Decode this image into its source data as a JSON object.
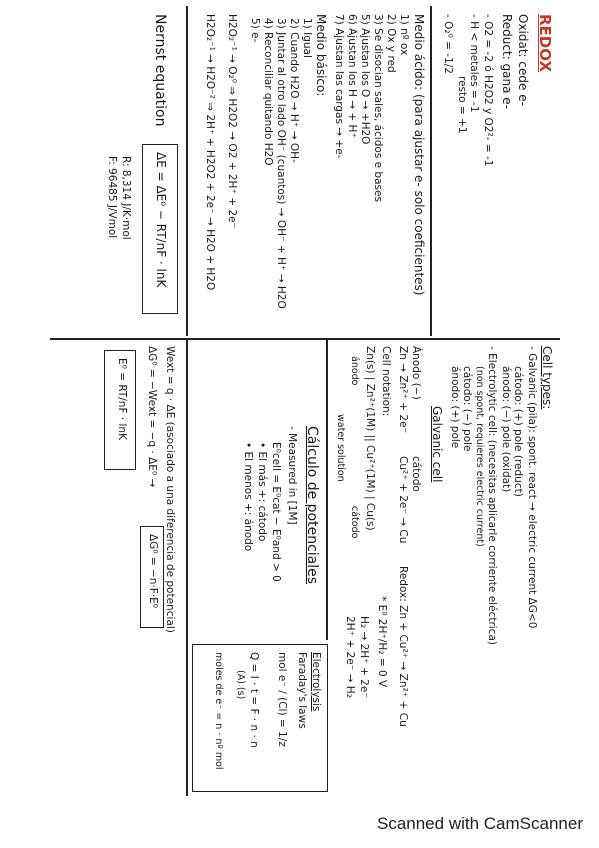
{
  "title": "REDOX",
  "left": {
    "oxid": "Oxidat: cede e-",
    "reduc": "Reduct: gana e-",
    "ox1": "- O2 = -2  ó  H2O2 y O2²- = -1",
    "ox2": "- H < metales = -1",
    "ox3": "resto = +1",
    "ox4": "- O₂⁰ = -1/2",
    "acid_head": "Medio ácido: (para ajustar e- solo coeficientes)",
    "acid_steps": [
      "1) nº ox",
      "2) Ox y red",
      "3) Se disocian sales, ácidos e bases",
      "5) Ajustan los O → +H2O",
      "6) Ajustan los H → + H⁺",
      "7) Ajustan las cargas → +e-"
    ],
    "basic_head": "Medio básico:",
    "basic_steps": [
      "1) Igual",
      "2) Cuando H2O → H⁺ → OH-",
      "3) Juntar al otro lado OH⁻ (cuantos) → OH⁻ + H⁺ → H2O",
      "4) Reconciliar quitando H2O",
      "5) e-"
    ],
    "eq1": "H2O₂⁻¹ → O₂⁰  ⇒  H2O2 → O2 + 2H⁺ + 2e⁻",
    "eq2": "H2O₂⁻¹ → H2O⁻²  ⇒  2H⁺ + H2O2 + 2e⁻ → H2O + H2O",
    "nernst_label": "Nernst equation",
    "nernst_formula": "ΔE = ΔE⁰ − RT/nF · lnK",
    "R": "R: 8,314 J/K·mol",
    "F": "F: 96485 J/Vmol"
  },
  "right": {
    "cell_types": "Cell types:",
    "galvanic": "- Galvanic (pila): spont. react → electric current ΔG<0",
    "gal_cath": "cátodo: (+) pole (reduct)",
    "gal_anod": "ánodo: (−) pole (oxidat)",
    "electrolytic": "- Electrolytic cell: (necesitas aplicarle corriente eléctrica)",
    "electrolytic2": "(non spont, requieres electric current)",
    "el_cath": "cátodo: (−) pole",
    "el_anod": "ánodo: (+) pole",
    "galvanic_cell": "Galvanic cell",
    "anodo": "Ánodo (−)",
    "anodo_r": "Zn → Zn²⁺ + 2e⁻",
    "catodo": "cátodo",
    "catodo_r": "Cu²⁺ + 2e⁻ → Cu",
    "redox": "Redox: Zn + Cu²⁺ → Zn²⁺ + Cu",
    "notation": "Cell notation:",
    "cell_line": "Zn(s) | Zn²⁺(1M) || Cu²⁺(1M) | Cu(s)",
    "lbl_anodo": "ánodo",
    "lbl_catodo": "cátodo",
    "water": "water solution",
    "std": "* E⁰ 2H⁺/H₂ = 0 V",
    "h1": "H₂ → 2H⁺ + 2e⁻",
    "h2": "2H⁺ + 2e⁻ → H₂",
    "calc_head": "Cálculo de potenciales",
    "measured": "- Measured in [1M]",
    "ecell": "E⁰cell = E⁰cat − E⁰and > 0",
    "mas": "• El más +: cátodo",
    "menos": "• El menos +: ánodo",
    "electro": "Electrolysis",
    "faraday": "Faraday's laws",
    "faraday_f": "mol e⁻ / (Cl) = 1/z",
    "q": "Q = I · t = F · n · n",
    "q2": "(A)   (s)",
    "moles": "moles de e⁻ = n · nº mol",
    "wext": "Wext = q · ΔE  (asociado a una diferencia de potencial)",
    "dg": "ΔG⁰ = −Wext = −q · ΔE⁰ →",
    "dg_box": "ΔG⁰ = −n·F·E⁰",
    "e0": "E⁰ = RT/nF · lnK"
  },
  "footer": "Scanned with CamScanner"
}
